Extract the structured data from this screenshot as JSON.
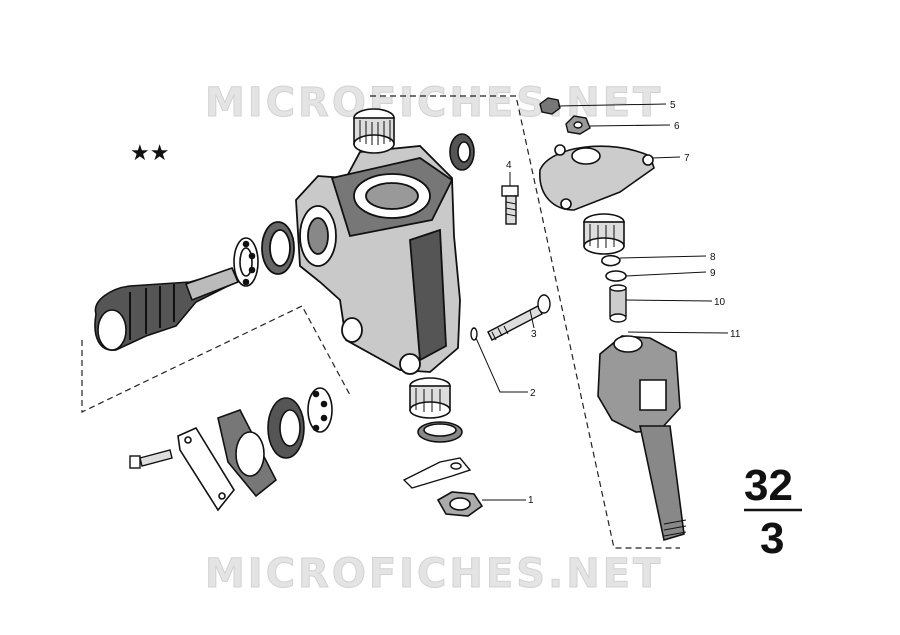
{
  "watermark_top": "MICROFICHES.NET",
  "watermark_bottom": "MICROFICHES.NET",
  "marker_stars": "★★",
  "section": {
    "group": "32",
    "sub": "3"
  },
  "callouts": [
    "1",
    "2",
    "3",
    "4",
    "5",
    "6",
    "7",
    "8",
    "9",
    "10",
    "11"
  ],
  "colors": {
    "ink": "#111111",
    "watermark": "#e4e4e4",
    "paper": "#ffffff"
  }
}
